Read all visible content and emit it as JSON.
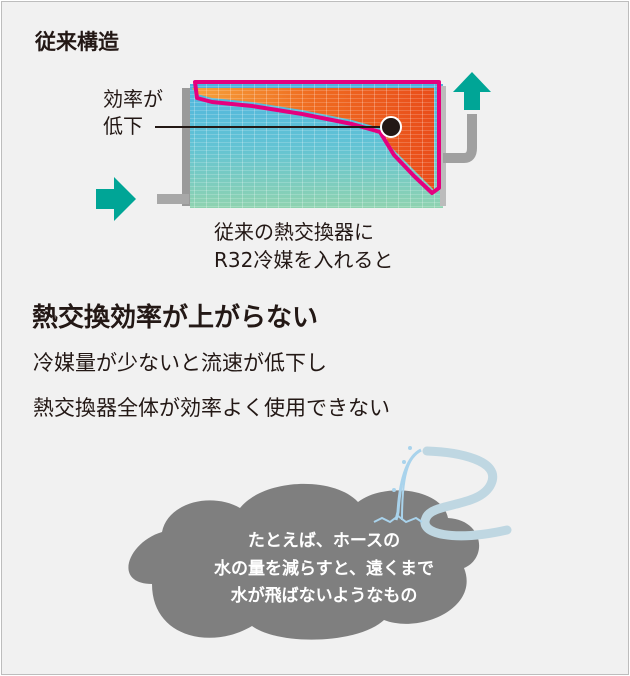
{
  "heading": "従来構造",
  "callout": {
    "line1": "効率が",
    "line2": "低下"
  },
  "caption": {
    "line1": "従来の熱交換器に",
    "line2": "R32冷媒を入れると"
  },
  "headline": "熱交換効率が上がらない",
  "body": {
    "line1": "冷媒量が少ないと流速が低下し",
    "line2": "熱交換器全体が効率よく使用できない"
  },
  "cloud": {
    "line1": "たとえば、ホースの",
    "line2": "水の量を減らすと、遠くまで",
    "line3": "水が飛ばないようなもの"
  },
  "colors": {
    "arrow": "#00a596",
    "highlight": "#e4007f",
    "cloud": "#7f7f7f",
    "hose": "#bfd7e2",
    "water": "#a9d3ec",
    "hot": "#ef6a1f",
    "cold": "#52b7dc"
  }
}
